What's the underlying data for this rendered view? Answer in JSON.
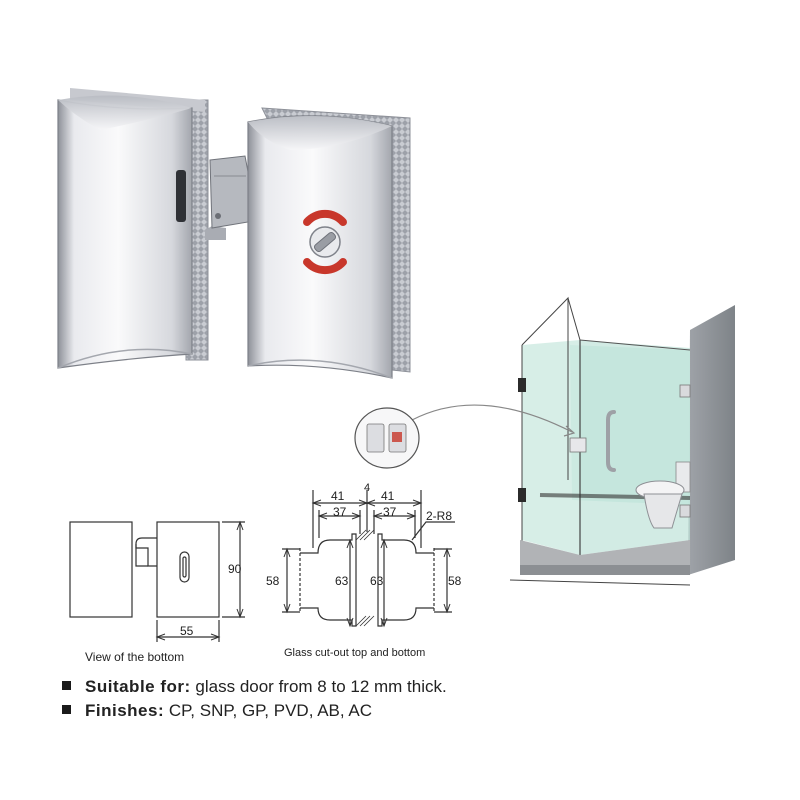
{
  "colors": {
    "accent_red": "#c8372b",
    "chrome_light": "#f4f4f6",
    "chrome_dark": "#8d9098",
    "line": "#333333",
    "shower_glass": "#bfe3d9"
  },
  "product_photo": {
    "icons": [
      "hinge-left-plate-icon",
      "lock-right-plate-icon",
      "indicator-turn-knob-icon"
    ]
  },
  "shower_illustration": {
    "icons": [
      "shower-enclosure-icon",
      "toilet-icon",
      "grab-bar-icon",
      "inset-lock-thumbnail-icon"
    ]
  },
  "bottom_view": {
    "caption": "View of the bottom",
    "dim_height": "90",
    "dim_width": "55"
  },
  "cutout": {
    "caption": "Glass cut-out top and bottom",
    "dim_outer_left": "41",
    "dim_outer_right": "41",
    "dim_gap": "4",
    "dim_inner_left": "37",
    "dim_inner_right": "37",
    "dim_radius": "2-R8",
    "dim_side_left": "58",
    "dim_side_right": "58",
    "dim_center_left": "63",
    "dim_center_right": "63"
  },
  "specs": [
    {
      "label": "Suitable for:",
      "value": "glass door from 8 to 12 mm thick."
    },
    {
      "label": "Finishes:",
      "value": "CP, SNP, GP, PVD, AB, AC"
    }
  ]
}
